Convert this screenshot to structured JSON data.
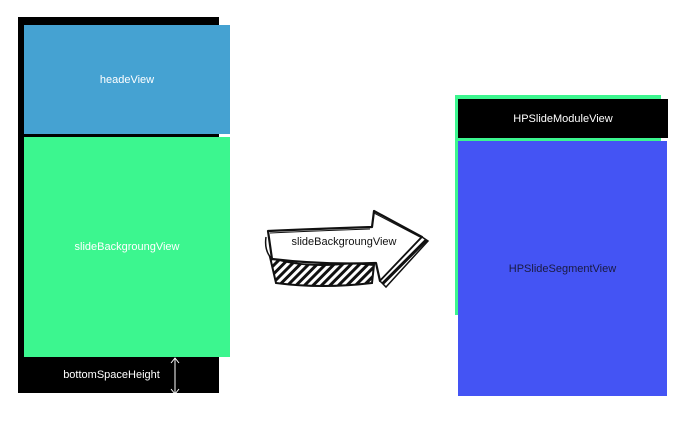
{
  "left": {
    "head_label": "headeView",
    "slide_bg_label": "slideBackgroungView",
    "bottom_label": "bottomSpaceHeight"
  },
  "arrow": {
    "label": "slideBackgroungView"
  },
  "right": {
    "module_label": "HPSlideModuleView",
    "segment_label": "HPSlideSegmentView"
  },
  "colors": {
    "frame_black": "#000000",
    "head_blue": "#45a2d2",
    "slide_green": "#3cf68f",
    "segment_blue": "#4454f4"
  }
}
